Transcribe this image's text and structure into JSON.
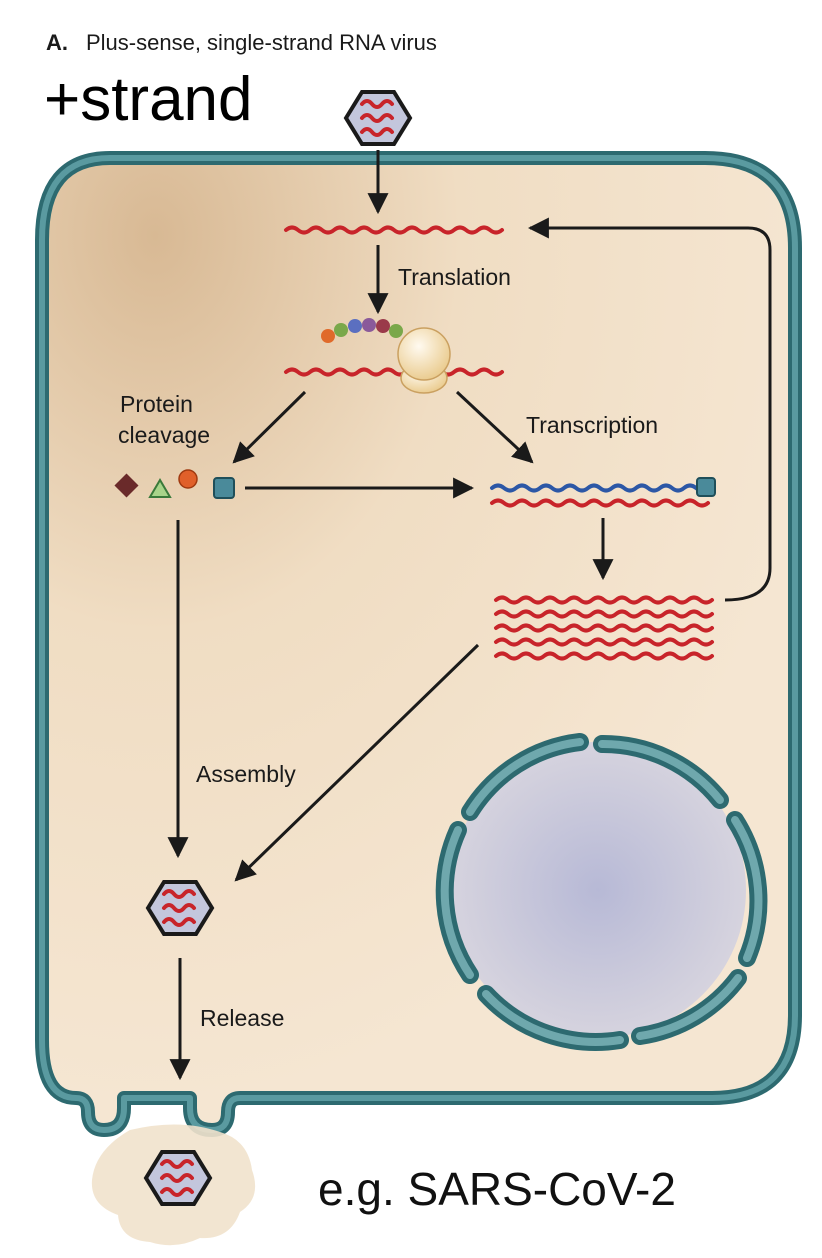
{
  "header": {
    "panel_letter": "A.",
    "panel_title": "Plus-sense, single-strand RNA virus",
    "strand_label": "+strand"
  },
  "steps": {
    "translation": "Translation",
    "protein_cleavage_line1": "Protein",
    "protein_cleavage_line2": "cleavage",
    "transcription": "Transcription",
    "assembly": "Assembly",
    "release": "Release"
  },
  "example": "e.g. SARS-CoV-2",
  "colors": {
    "membrane": "#2d6a70",
    "membrane_fill": "#5a9aa0",
    "cytoplasm": "#f2e0c6",
    "plus_rna": "#c8242a",
    "minus_rna": "#2c57a6",
    "nucleus": "#b8bcd4",
    "arrow": "#1a1a1a",
    "capsid_fill": "#c3c6dc"
  },
  "icons": {
    "virion": "hexagon-virion-icon",
    "ribosome": "ribosome-icon",
    "polypeptide": "bead-chain-icon",
    "protein_products": "diamond-triangle-sphere-cube-icons"
  }
}
